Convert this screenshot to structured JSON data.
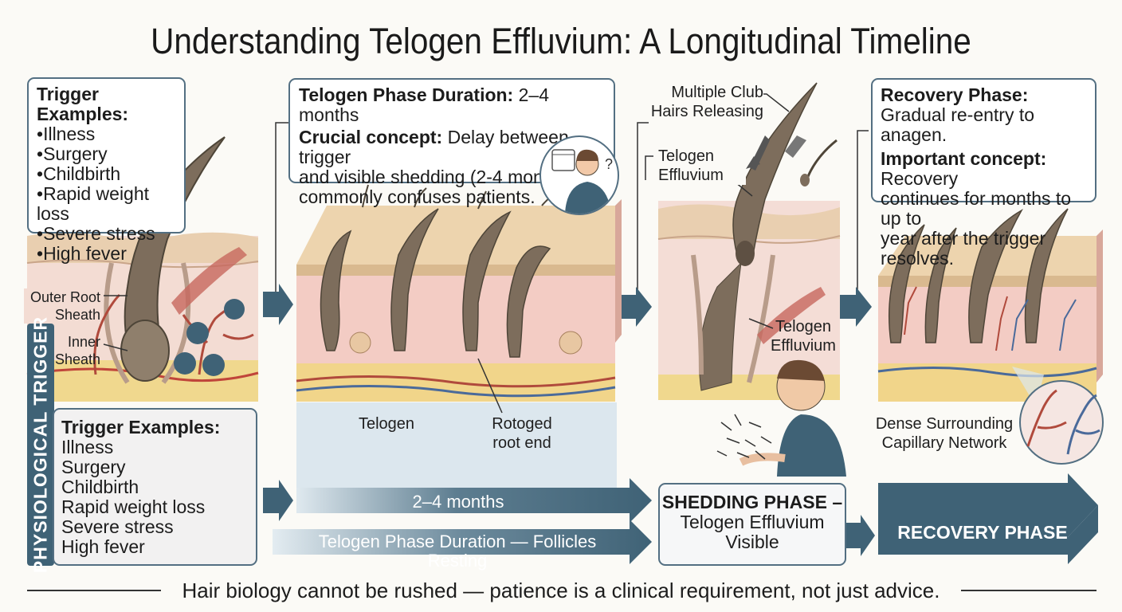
{
  "title": "Understanding Telogen Effluvium: A Longitudinal Timeline",
  "trigger_box_top": {
    "heading": "Trigger Examples:",
    "items": [
      "Illness",
      "Surgery",
      "Childbirth",
      "Rapid weight loss",
      "Severe stress",
      "High fever"
    ]
  },
  "trigger_box_bottom": {
    "heading": "Trigger Examples:",
    "items": [
      "Illness",
      "Surgery",
      "Childbirth",
      "Rapid weight loss",
      "Severe stress",
      "High fever"
    ]
  },
  "side_banner": "PHYSIOLOGICAL TRIGGER",
  "panel1_labels": {
    "outer_root_sheath": [
      "Outer Root",
      "Sheath"
    ],
    "inner_sheath": [
      "Inner",
      "Sheath"
    ]
  },
  "telogen_box": {
    "duration_heading": "Telogen Phase Duration:",
    "duration_value": " 2–4 months",
    "concept_heading": "Crucial concept:",
    "concept_text_1": " Delay between trigger",
    "concept_text_2": "and visible shedding (2-4 months)",
    "concept_text_3": "commonly confuses patients."
  },
  "panel2_labels": {
    "telogen": "Telogen",
    "rotoged": [
      "Rotoged",
      "root end"
    ]
  },
  "panel3_labels": {
    "club_hairs": [
      "Multiple Club",
      "Hairs Releasing"
    ],
    "te_top": [
      "Telogen",
      "Effluvium"
    ],
    "te_mid": [
      "Telogen",
      "Effluvium"
    ]
  },
  "recovery_box": {
    "heading": "Recovery Phase:",
    "text_1": "Gradual re-entry to anagen.",
    "concept_heading": "Important concept:",
    "concept_text_1": " Recovery",
    "concept_text_2": "continues for months to up to",
    "concept_text_3": "year after the trigger resolves."
  },
  "panel4_labels": {
    "capillary": [
      "Dense Surrounding",
      "Capillary Network"
    ]
  },
  "timeline": {
    "months_arrow": "2–4 months",
    "resting_arrow": "Telogen Phase Duration — Follicles Resting",
    "shedding_heading": "SHEDDING PHASE –",
    "shedding_sub_1": "Telogen Effluvium",
    "shedding_sub_2": "Visible",
    "recovery_arrow": "RECOVERY PHASE"
  },
  "footer": "Hair biology cannot be rushed — patience is a clinical requirement, not just advice.",
  "colors": {
    "arrow_blue": "#3f6276",
    "skin_top": "#ecd3b0",
    "dermis": "#f2cdc6",
    "fat": "#f1d98a",
    "hair": "#7a6a58",
    "vessel_red": "#b04a3c",
    "vessel_blue": "#4a6a9a"
  }
}
